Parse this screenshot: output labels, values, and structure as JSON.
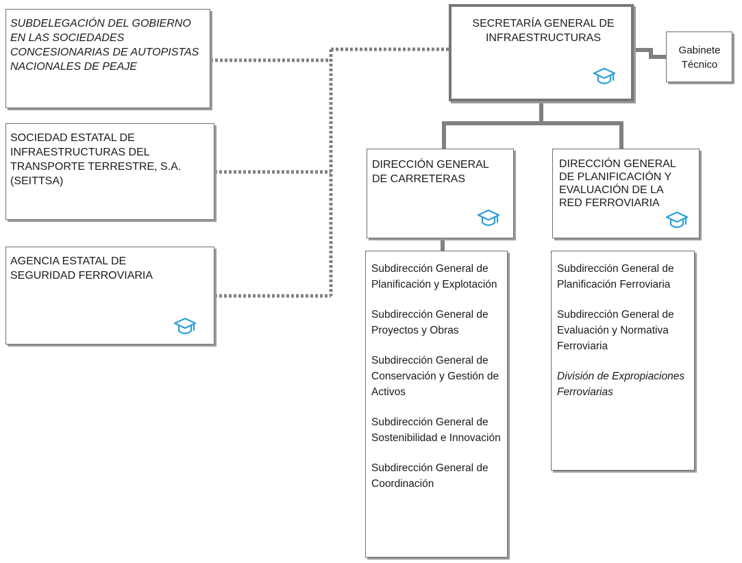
{
  "diagram": {
    "secretaria": "SECRETARÍA GENERAL DE INFRAESTRUCTURAS",
    "gabinete": "Gabinete Técnico",
    "subdelegacion": "SUBDELEGACIÓN DEL GOBIERNO EN LAS SOCIEDADES CONCESIONARIAS DE AUTOPISTAS NACIONALES DE PEAJE",
    "seittsa": "SOCIEDAD ESTATAL DE INFRAESTRUCTURAS DEL TRANSPORTE TERRESTRE, S.A. (SEITTSA)",
    "agencia": "AGENCIA ESTATAL DE SEGURIDAD FERROVIARIA",
    "dg_carreteras": "DIRECCIÓN GENERAL DE CARRETERAS",
    "dg_planificacion": "DIRECCIÓN GENERAL DE PLANIFICACIÓN Y EVALUACIÓN DE LA RED FERROVIARIA",
    "carreteras_units": [
      "Subdirección General de Planificación y Explotación",
      "Subdirección General de Proyectos y Obras",
      "Subdirección General de Conservación y Gestión de Activos",
      "Subdirección General de Sostenibilidad e Innovación",
      "Subdirección General de Coordinación"
    ],
    "ferroviaria_units": [
      "Subdirección General de Planificación Ferroviaria",
      "Subdirección General de Evaluación y Normativa Ferroviaria"
    ],
    "division": "División de Expropiaciones Ferroviarias"
  },
  "colors": {
    "connector": "#808080",
    "border": "#6e6e6e",
    "icon": "#2a9fd6"
  },
  "icons": [
    "graduation-cap-icon"
  ]
}
